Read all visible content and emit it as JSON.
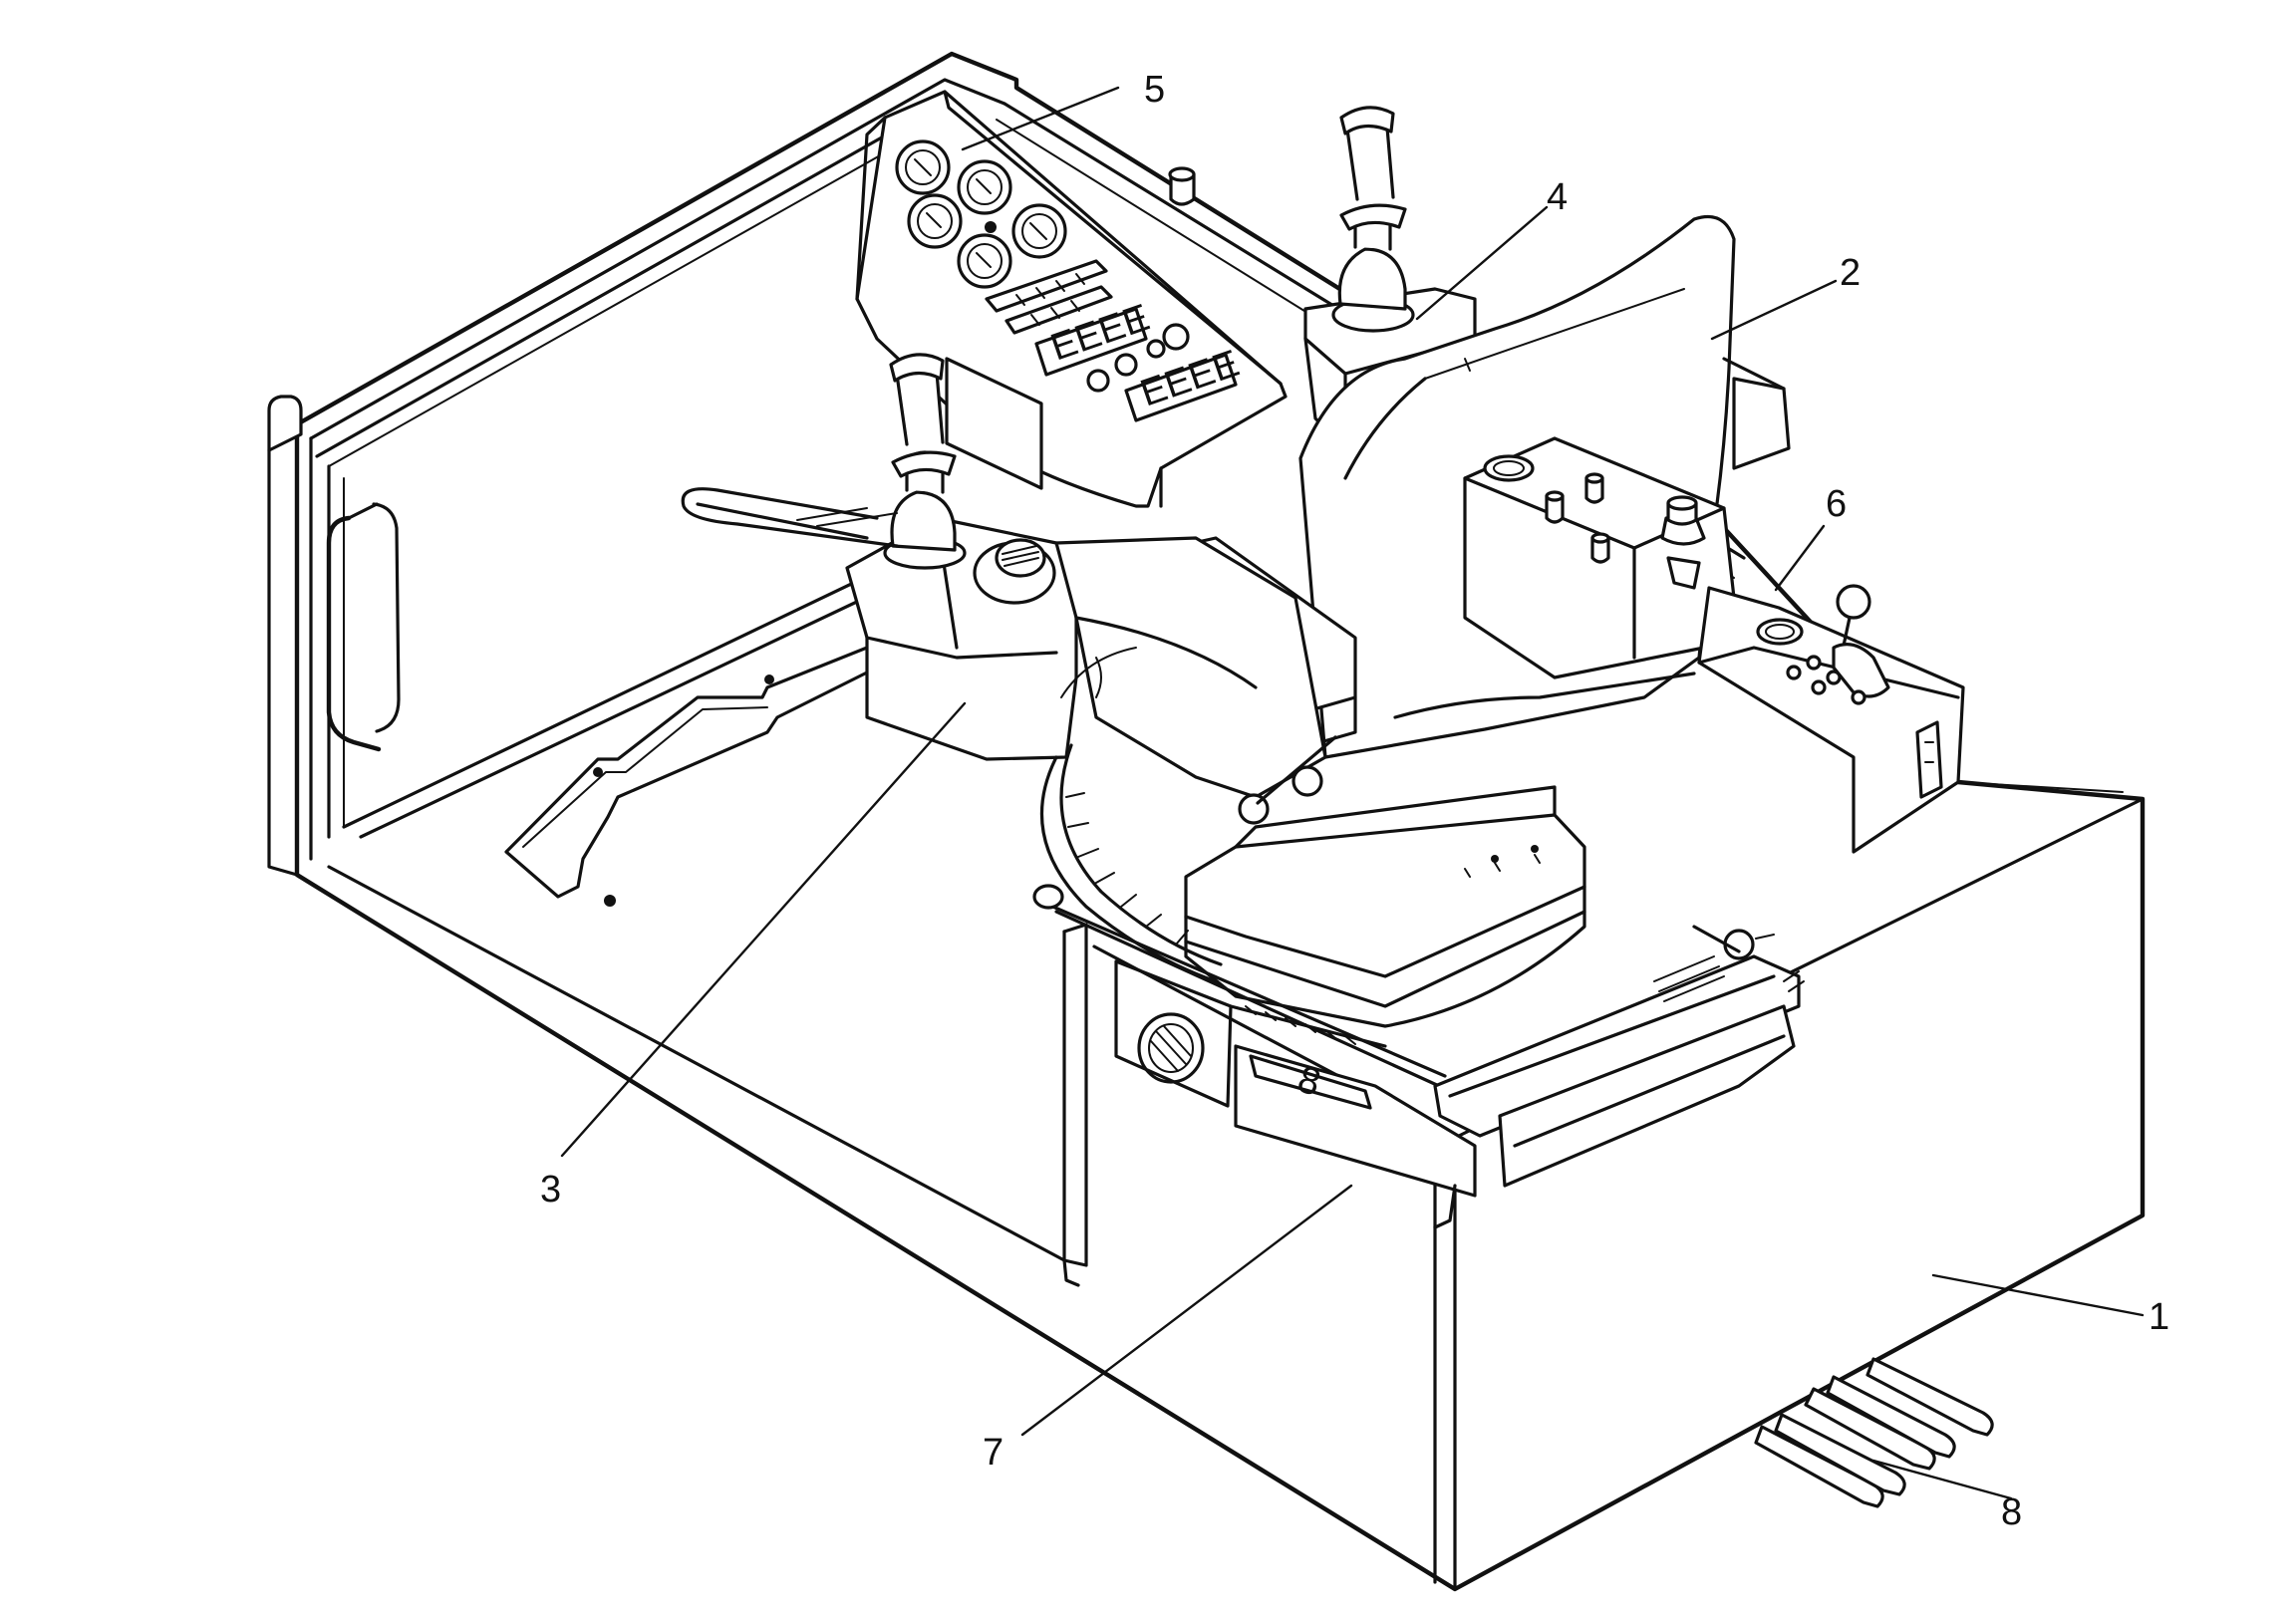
{
  "figure": {
    "background": "#ffffff",
    "ink": "#111111",
    "callouts": [
      {
        "id": "1",
        "label": "1"
      },
      {
        "id": "2",
        "label": "2"
      },
      {
        "id": "3",
        "label": "3"
      },
      {
        "id": "4",
        "label": "4"
      },
      {
        "id": "5",
        "label": "5"
      },
      {
        "id": "6",
        "label": "6"
      },
      {
        "id": "7",
        "label": "7"
      },
      {
        "id": "8",
        "label": "8"
      }
    ],
    "panel_5_displays": {
      "row1": "EEEE",
      "row2": "EEEE"
    },
    "panel_7_marking": "8"
  }
}
